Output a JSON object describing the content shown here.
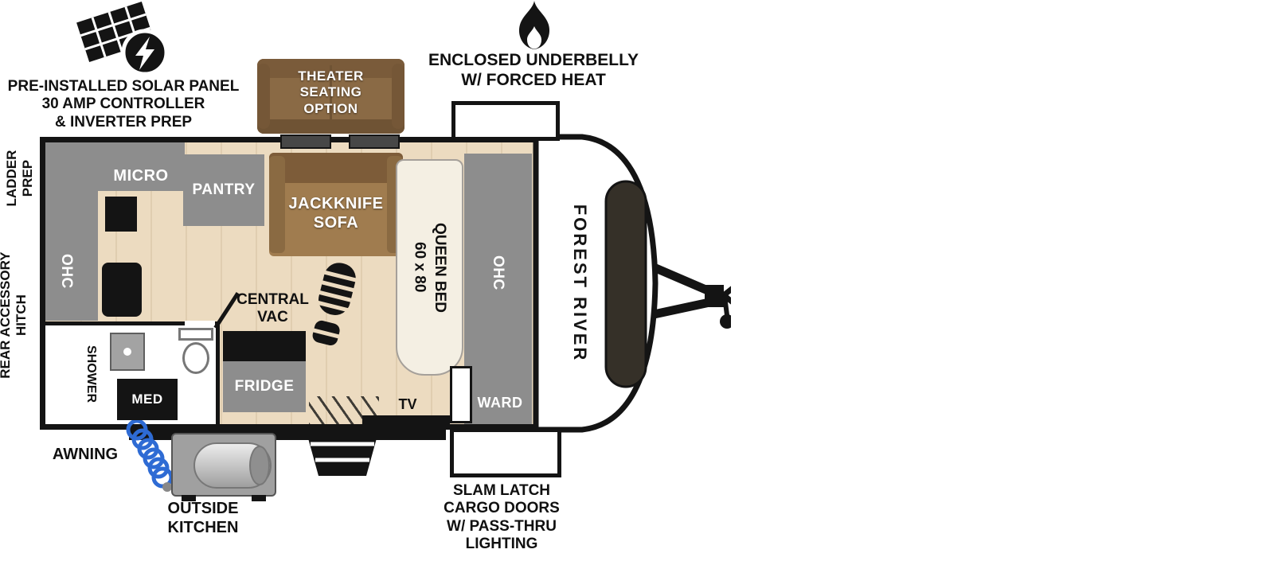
{
  "brand": "FOREST RIVER",
  "colors": {
    "wall": "#141414",
    "floor": "#ecdbc0",
    "cabinet_gray": "#8d8d8d",
    "sofa_brown": "#9c7a50",
    "hose_blue": "#2e6bd4"
  },
  "callouts": {
    "solar": [
      "PRE-INSTALLED SOLAR PANEL",
      "30 AMP CONTROLLER",
      "& INVERTER PREP"
    ],
    "underbelly": [
      "ENCLOSED UNDERBELLY",
      "W/ FORCED HEAT"
    ],
    "theater": [
      "THEATER",
      "SEATING",
      "OPTION"
    ],
    "ladder_prep": [
      "LADDER",
      "PREP"
    ],
    "rear_hitch": [
      "REAR ACCESSORY",
      "HITCH"
    ],
    "awning": "AWNING",
    "outside_kitchen": "OUTSIDE KITCHEN",
    "cargo_doors": [
      "SLAM LATCH",
      "CARGO DOORS",
      "W/ PASS-THRU",
      "LIGHTING"
    ]
  },
  "interior": {
    "micro": "MICRO",
    "pantry": "PANTRY",
    "ohc_left": "OHC",
    "ohc_right": "OHC",
    "jackknife_sofa": "JACKKNIFE SOFA",
    "bed_size": "60 x 80",
    "bed_type": "QUEEN BED",
    "central_vac": "CENTRAL VAC",
    "fridge": "FRIDGE",
    "shower": "SHOWER",
    "med": "MED",
    "tv": "TV",
    "ward": "WARD"
  }
}
